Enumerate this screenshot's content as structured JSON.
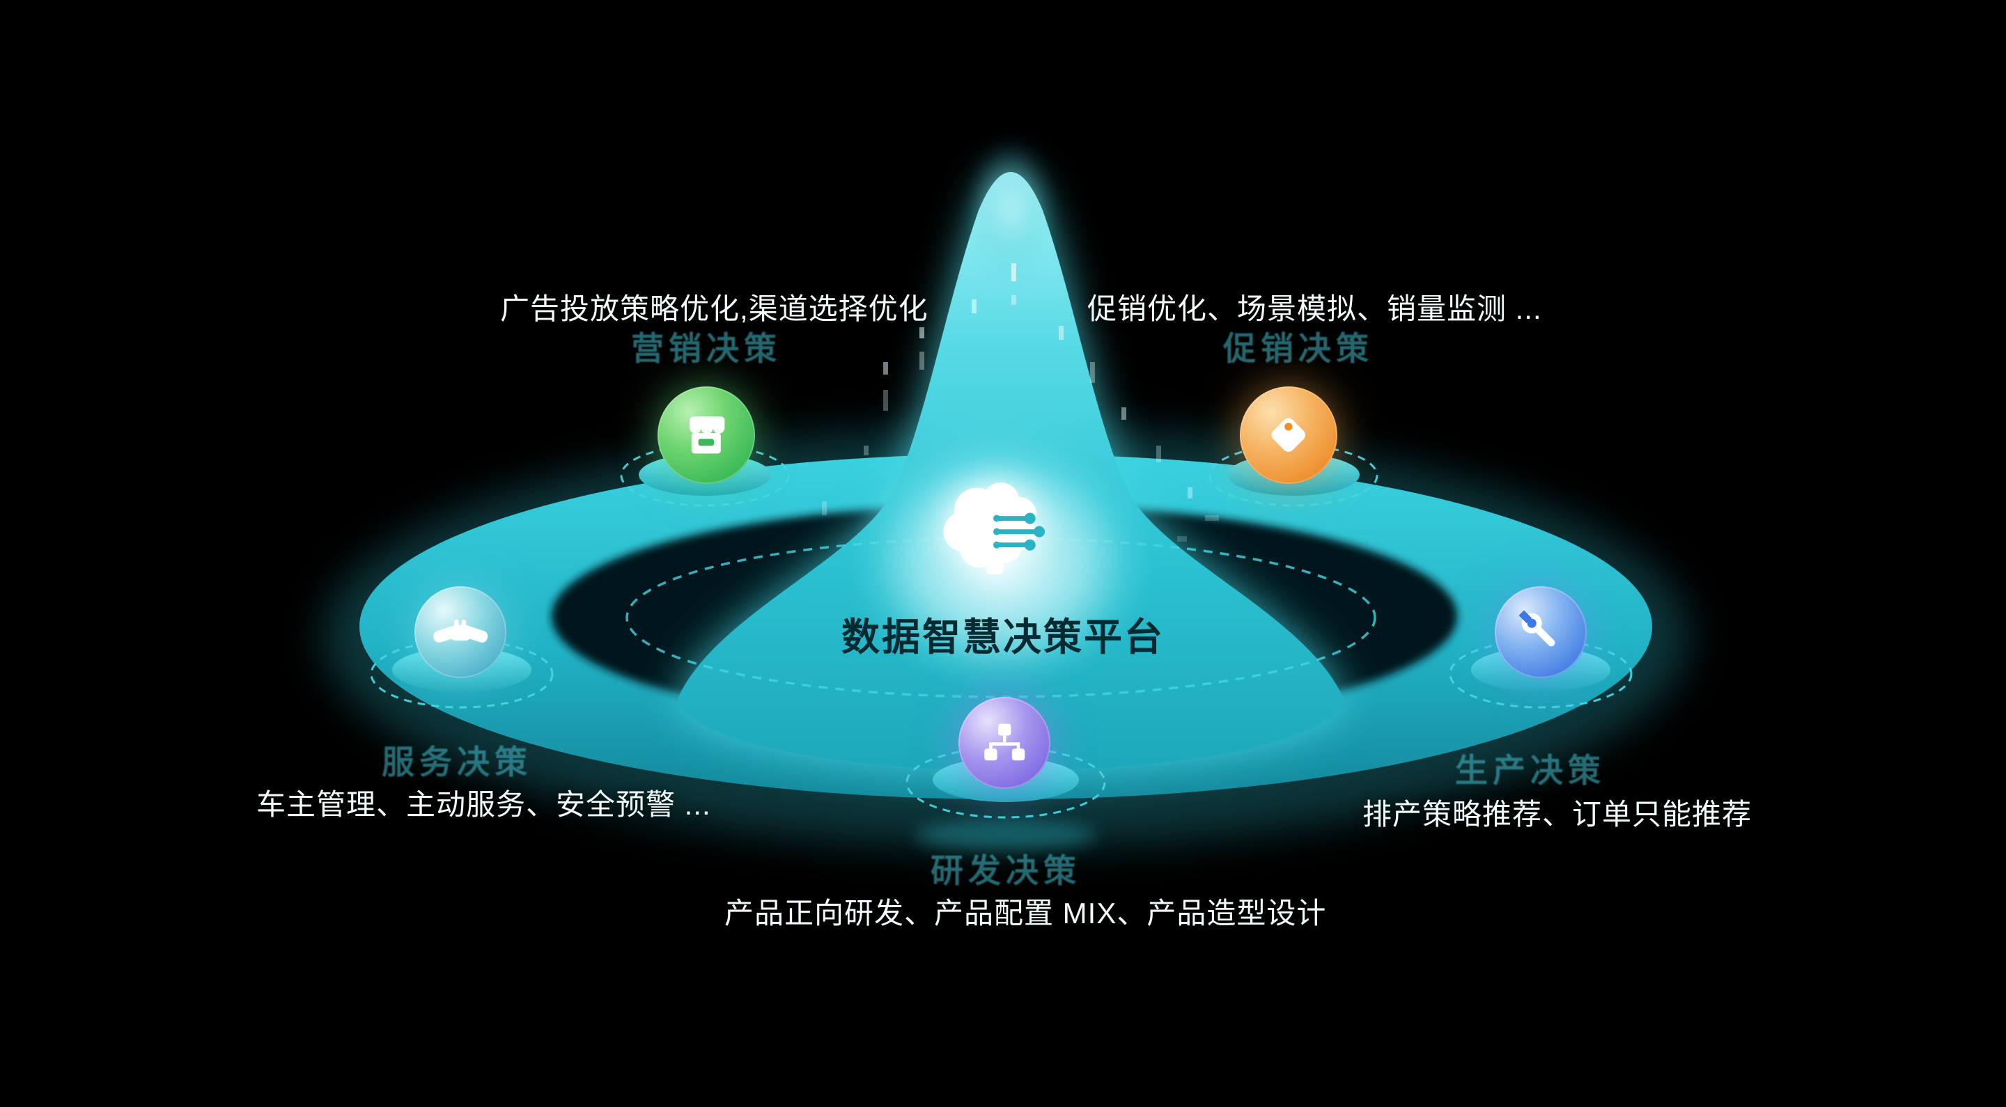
{
  "center": {
    "title": "数据智慧决策平台",
    "icon": "brain-circuit-icon"
  },
  "nodes": [
    {
      "id": "marketing",
      "label": "营销决策",
      "description": "广告投放策略优化,渠道选择优化",
      "icon": "storefront-icon",
      "accent": "#3cb85c"
    },
    {
      "id": "promotion",
      "label": "促销决策",
      "description": "促销优化、场景模拟、销量监测 ...",
      "icon": "price-tag-icon",
      "accent": "#ee8f26"
    },
    {
      "id": "service",
      "label": "服务决策",
      "description": "车主管理、主动服务、安全预警 ...",
      "icon": "handshake-icon",
      "accent": "#45b4cb"
    },
    {
      "id": "production",
      "label": "生产决策",
      "description": "排产策略推荐、订单只能推荐",
      "icon": "wrench-icon",
      "accent": "#3c79e6"
    },
    {
      "id": "rnd",
      "label": "研发决策",
      "description": "产品正向研发、产品配置 MIX、产品造型设计",
      "icon": "org-chart-icon",
      "accent": "#7b68e4"
    }
  ],
  "colors": {
    "background": "#000000",
    "platform_teal": "#2cc8d8",
    "glow": "#aef2f6",
    "dashed_ring": "#45d6e2"
  }
}
